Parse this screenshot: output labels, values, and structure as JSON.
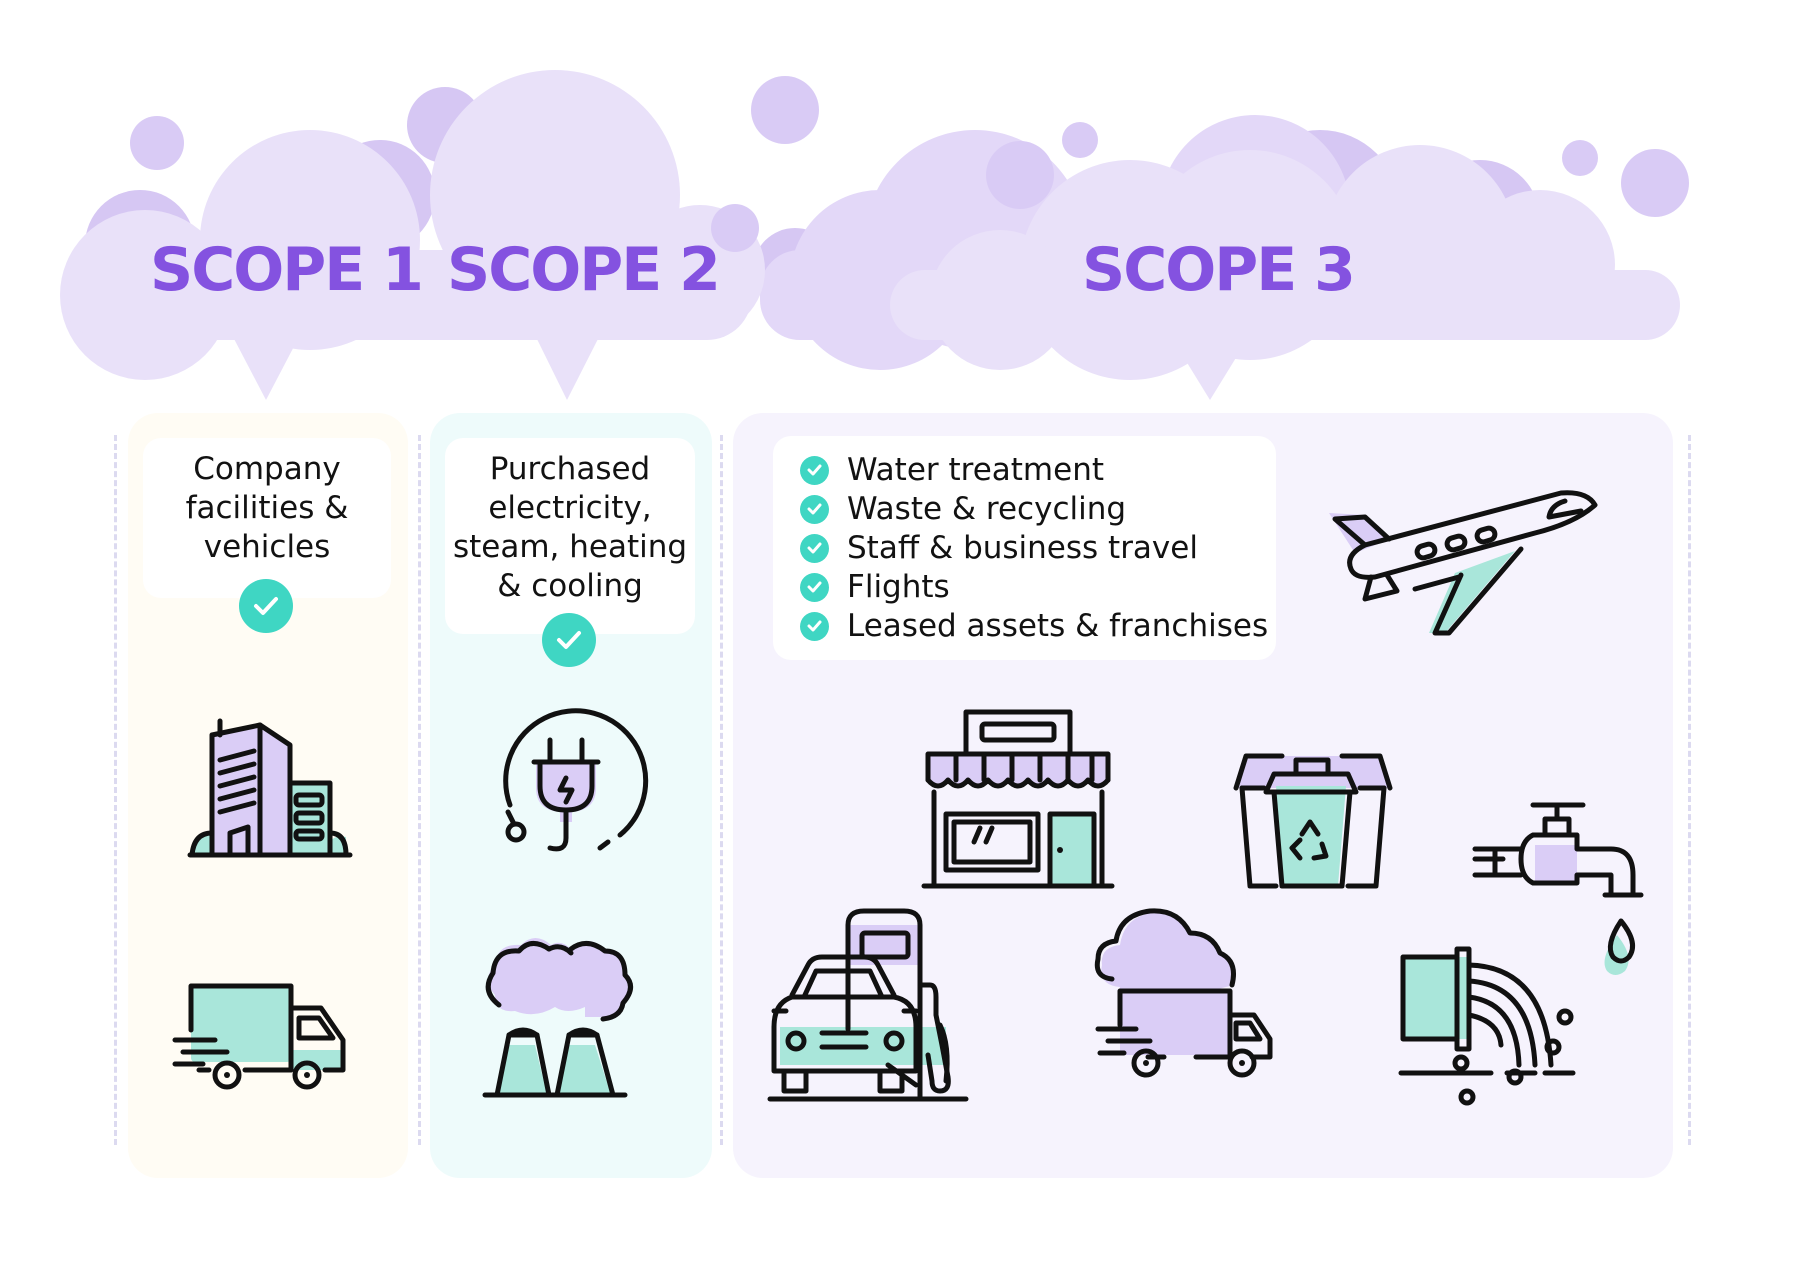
{
  "colors": {
    "title": "#8452E0",
    "cloud_light": "#e9e1f9",
    "cloud_mid": "#d6c7f3",
    "scope1_bg": "#fffcf4",
    "scope2_bg": "#eefbfb",
    "scope3_bg": "#f6f3fd",
    "check": "#3fd6c3",
    "icon_purple": "#dacdf6",
    "icon_teal": "#a9e6da"
  },
  "scopes": [
    {
      "title": "SCOPE 1",
      "description": [
        "Company",
        "facilities &",
        "vehicles"
      ],
      "checked": true,
      "icons": [
        "office-building-icon",
        "delivery-truck-icon"
      ]
    },
    {
      "title": "SCOPE 2",
      "description": [
        "Purchased",
        "electricity,",
        "steam, heating",
        "& cooling"
      ],
      "checked": true,
      "icons": [
        "electric-plug-icon",
        "factory-smoke-icon"
      ]
    },
    {
      "title": "SCOPE 3",
      "items": [
        "Water treatment",
        "Waste & recycling",
        "Staff & business travel",
        "Flights",
        "Leased assets & franchises"
      ],
      "icons": [
        "airplane-icon",
        "storefront-icon",
        "recycling-bin-icon",
        "water-tap-icon",
        "car-fuel-pump-icon",
        "emission-truck-icon",
        "sewage-pipe-icon"
      ]
    }
  ]
}
